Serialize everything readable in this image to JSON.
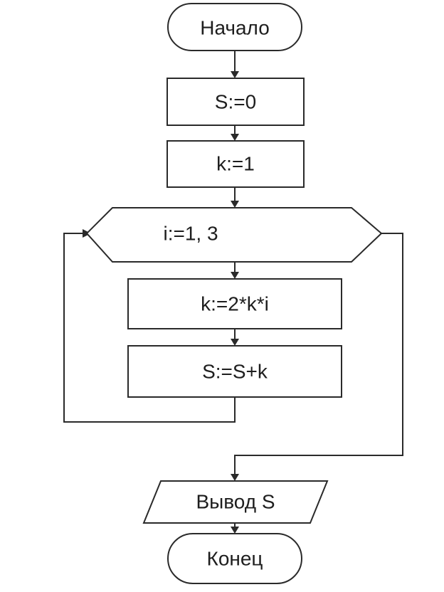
{
  "flowchart": {
    "start_label": "Начало",
    "init_s_label": "S:=0",
    "init_k_label": "k:=1",
    "loop_label": "i:=1, 3",
    "update_k_label": "k:=2*k*i",
    "update_s_label": "S:=S+k",
    "output_label": "Вывод S",
    "end_label": "Конец"
  },
  "colors": {
    "stroke": "#2a2a2a",
    "text": "#1e1e1e",
    "background": "#ffffff"
  }
}
